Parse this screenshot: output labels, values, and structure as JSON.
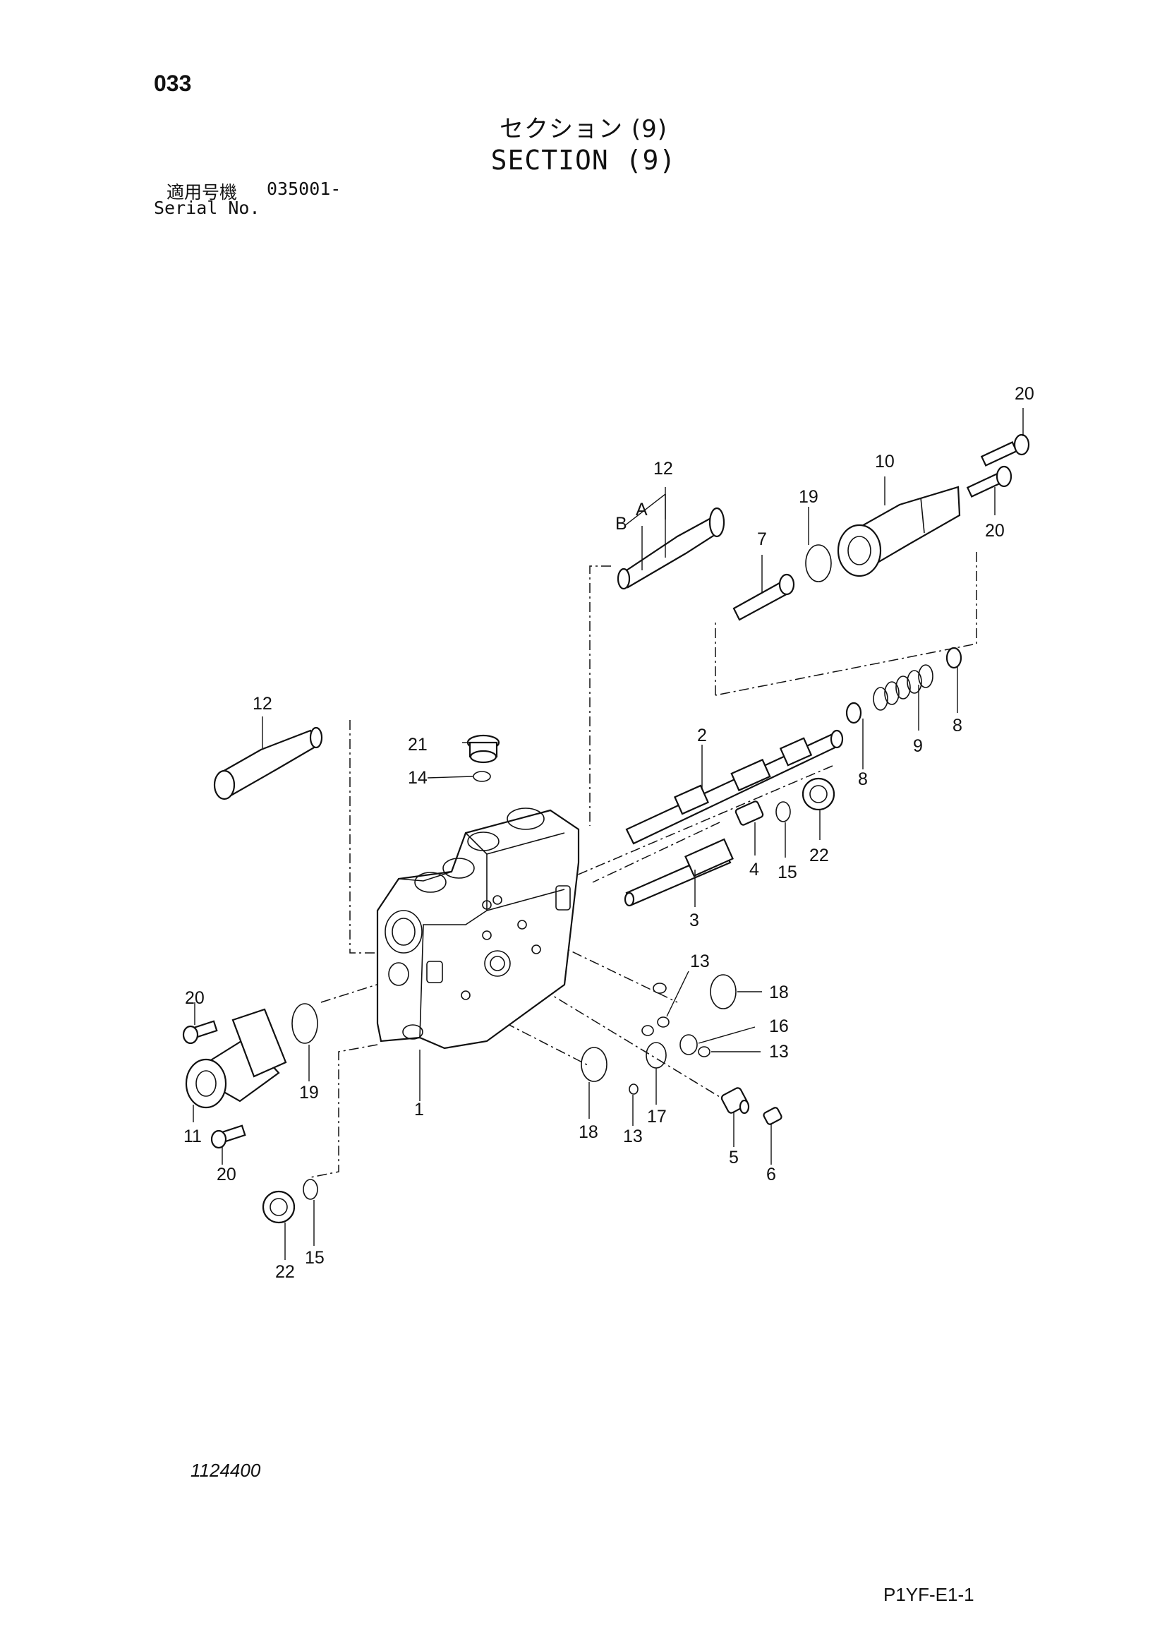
{
  "header": {
    "page_number": "033",
    "title_jp": "セクション (9)",
    "title_en": "SECTION (9)",
    "serial_jp": "適用号機",
    "serial_value": "035001-",
    "serial_en": "Serial No."
  },
  "footer": {
    "drawing_number": "1124400",
    "page_code": "P1YF-E1-1"
  },
  "callouts": {
    "c20a": "20",
    "c10": "10",
    "c20b": "20",
    "c19a": "19",
    "c12a": "12",
    "cB": "B",
    "cA": "A",
    "c7": "7",
    "c12b": "12",
    "c21": "21",
    "c14": "14",
    "c2": "2",
    "c8a": "8",
    "c9": "9",
    "c8b": "8",
    "c15a": "15",
    "c22a": "22",
    "c4": "4",
    "c3": "3",
    "c13a": "13",
    "c18a": "18",
    "c16": "16",
    "c13b": "13",
    "c20c": "20",
    "c11": "11",
    "c20d": "20",
    "c19b": "19",
    "c1": "1",
    "c18b": "18",
    "c13c": "13",
    "c17": "17",
    "c5": "5",
    "c6": "6",
    "c22b": "22",
    "c15b": "15"
  }
}
